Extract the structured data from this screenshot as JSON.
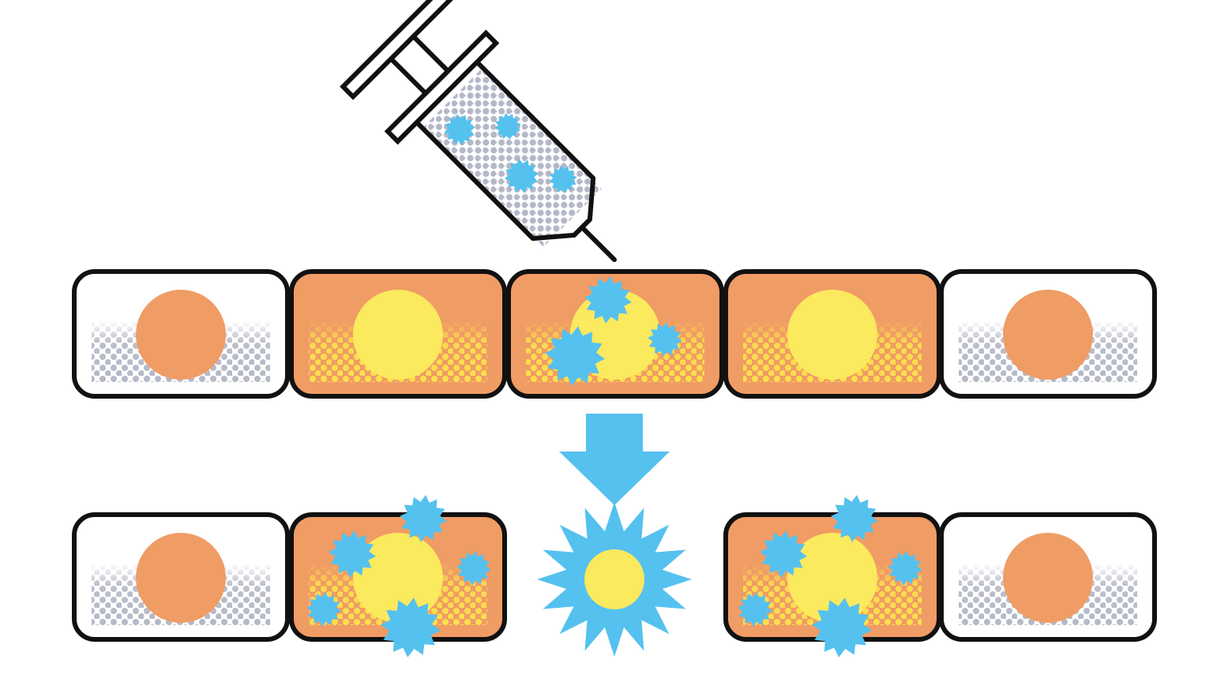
{
  "colors": {
    "background": "#ffffff",
    "outline": "#111111",
    "cell_plain": "#ffffff",
    "cell_infected": "#f09c65",
    "nucleus_plain": "#f09c65",
    "nucleus_infected": "#fbe95e",
    "dots_plain": "#b5b8c6",
    "dots_infected": "#fbe04c",
    "virus": "#55c1ef",
    "arrow": "#55c1ef"
  },
  "icons": {
    "syringe": "syringe-icon",
    "virus": "virus-icon",
    "arrow": "down-arrow-icon",
    "burst": "burst-icon"
  },
  "rows": [
    {
      "name": "before",
      "cells": [
        "plain",
        "infected",
        "infected-virus",
        "infected",
        "plain"
      ]
    },
    {
      "name": "after",
      "cells": [
        "plain",
        "infected-virus",
        "burst",
        "infected-virus",
        "plain"
      ]
    }
  ]
}
